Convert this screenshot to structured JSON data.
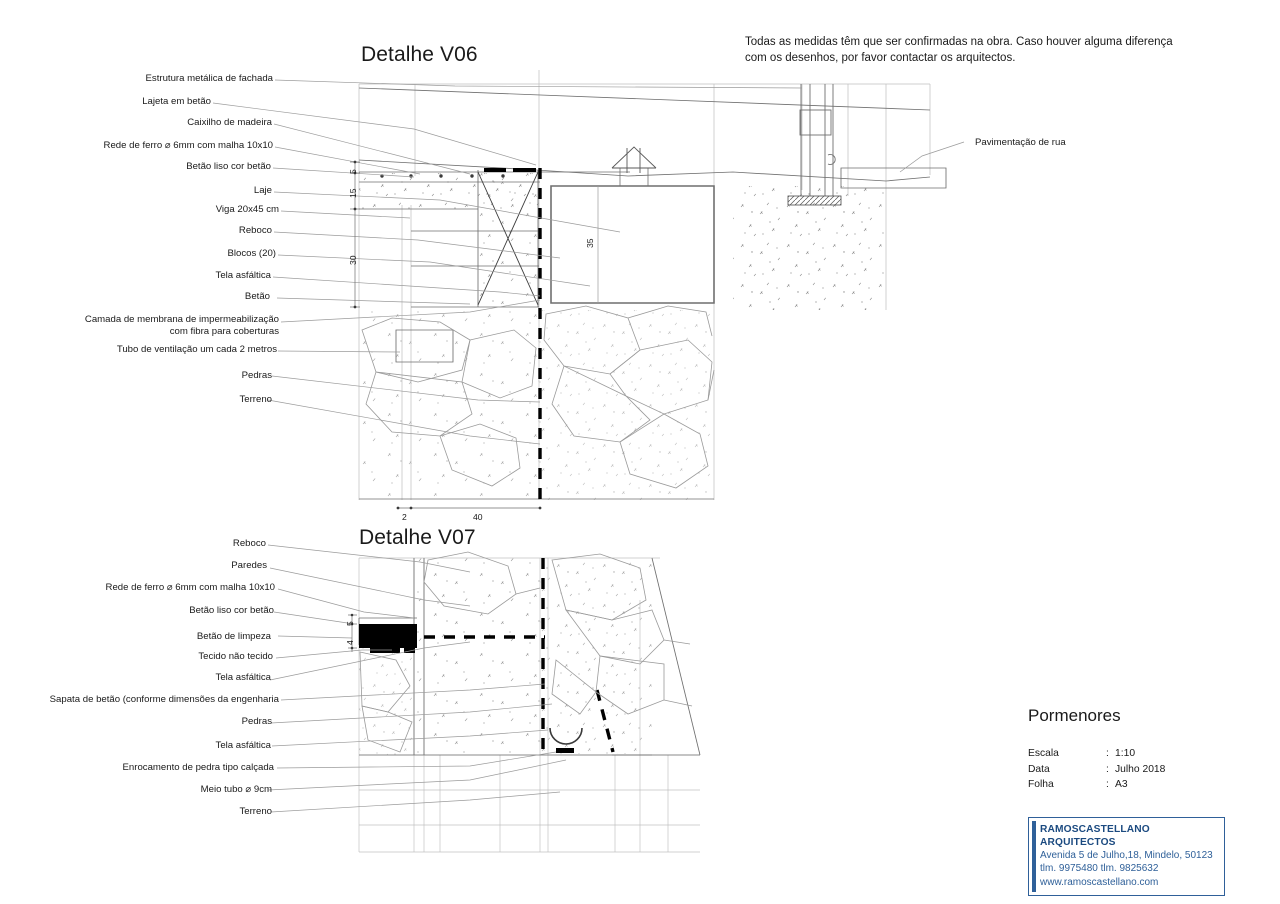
{
  "sheet": {
    "note": "Todas as medidas têm que ser confirmadas na obra. Caso houver alguma diferença com os desenhos, por favor contactar os arquitectos."
  },
  "details": {
    "v06": {
      "title": "Detalhe V06",
      "labels_left": [
        "Estrutura metálica de fachada",
        "Lajeta em betão",
        "Caixilho de madeira",
        "Rede de ferro ⌀ 6mm com malha 10x10",
        "Betão liso cor betão",
        "Laje",
        "Viga 20x45 cm",
        "Reboco",
        "Blocos (20)",
        "Tela asfáltica",
        "Betão",
        "Camada de membrana de impermeabilização com fibra para coberturas",
        "Tubo de ventilação um cada 2 metros",
        "Pedras",
        "Terreno"
      ],
      "labels_right": [
        "Pavimentação de rua"
      ],
      "dimensions": {
        "vertical": [
          "5",
          "15",
          "30"
        ],
        "horizontal": [
          "2",
          "40"
        ],
        "interior": [
          "35"
        ]
      }
    },
    "v07": {
      "title": "Detalhe V07",
      "labels_left": [
        "Reboco",
        "Paredes",
        "Rede de ferro ⌀ 6mm com malha 10x10",
        "Betão liso cor betão",
        "Betão de limpeza",
        "Tecido não tecido",
        "Tela asfáltica",
        "Sapata de betão (conforme dimensões da engenharia",
        "Pedras",
        "Tela asfáltica",
        "Enrocamento de pedra tipo calçada",
        "Meio tubo ⌀ 9cm",
        "Terreno"
      ],
      "dimensions": {
        "vertical": [
          "5",
          "4"
        ]
      }
    }
  },
  "title_block": {
    "heading": "Pormenores",
    "rows": [
      {
        "key": "Escala",
        "sep": ":",
        "value": "1:10"
      },
      {
        "key": "Data",
        "sep": ":",
        "value": "Julho 2018"
      },
      {
        "key": "Folha",
        "sep": ":",
        "value": "A3"
      }
    ],
    "logo": {
      "name": "RAMOSCASTELLANO ARQUITECTOS",
      "address": "Avenida 5 de Julho,18, Mindelo, 50123",
      "phones": "tlm. 9975480 tlm. 9825632",
      "website": "www.ramoscastellano.com",
      "accent_color": "#2f6099"
    }
  }
}
